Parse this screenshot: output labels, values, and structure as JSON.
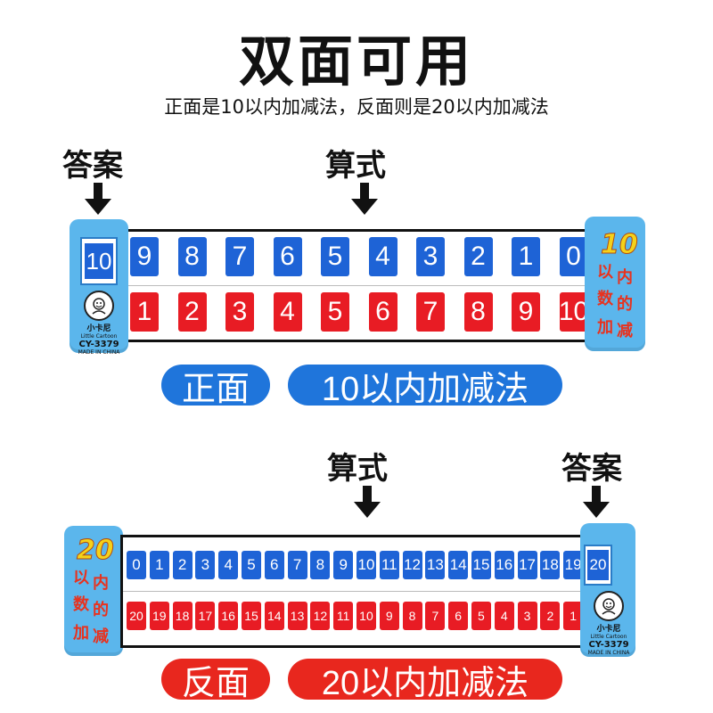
{
  "title": "双面可用",
  "subtitle": "正面是10以内加减法，反面则是20以内加减法",
  "front": {
    "answer_callout": "答案",
    "formula_callout": "算式",
    "answer_value": "10",
    "top_row": [
      "9",
      "8",
      "7",
      "6",
      "5",
      "4",
      "3",
      "2",
      "1",
      "0"
    ],
    "bottom_row": [
      "1",
      "2",
      "3",
      "4",
      "5",
      "6",
      "7",
      "8",
      "9",
      "10"
    ],
    "logo_brand": "小卡尼",
    "logo_sub": "Little Cartoon",
    "model": "CY-3379",
    "made_in": "MADE IN CHINA",
    "brand_number": "10",
    "brand_chars": [
      "以",
      "内",
      "数",
      "的",
      "加",
      "减"
    ],
    "side_label": "正面",
    "method_label": "10以内加减法",
    "colors": {
      "top": "#1e63d6",
      "bottom": "#e81c24",
      "pill": "#1f75db",
      "cap": "#5bb6ec"
    }
  },
  "back": {
    "formula_callout": "算式",
    "answer_callout": "答案",
    "answer_value": "20",
    "top_row": [
      "0",
      "1",
      "2",
      "3",
      "4",
      "5",
      "6",
      "7",
      "8",
      "9",
      "10",
      "11",
      "12",
      "13",
      "14",
      "15",
      "16",
      "17",
      "18",
      "19"
    ],
    "bottom_row": [
      "20",
      "19",
      "18",
      "17",
      "16",
      "15",
      "14",
      "13",
      "12",
      "11",
      "10",
      "9",
      "8",
      "7",
      "6",
      "5",
      "4",
      "3",
      "2",
      "1"
    ],
    "logo_brand": "小卡尼",
    "logo_sub": "Little Cartoon",
    "model": "CY-3379",
    "made_in": "MADE IN CHINA",
    "brand_number": "20",
    "brand_chars": [
      "以",
      "内",
      "数",
      "的",
      "加",
      "减"
    ],
    "side_label": "反面",
    "method_label": "20以内加减法",
    "colors": {
      "top": "#1e63d6",
      "bottom": "#e81c24",
      "pill": "#e8271e",
      "cap": "#5bb6ec"
    }
  },
  "icons": {
    "arrow": "arrow-down-icon",
    "logo": "cartoon-face-logo-icon"
  }
}
